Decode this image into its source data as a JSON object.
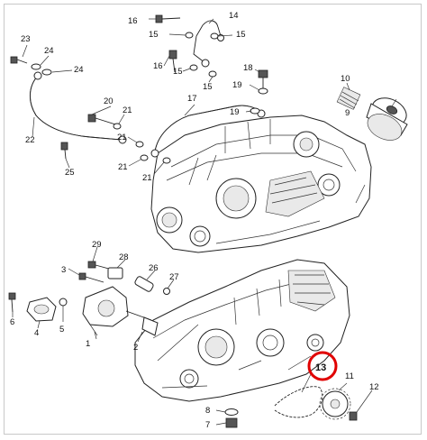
{
  "diagram": {
    "highlight_color": "#e00000",
    "highlighted_label": "13",
    "callouts": [
      {
        "id": "c1",
        "label": "1"
      },
      {
        "id": "c2",
        "label": "2"
      },
      {
        "id": "c3",
        "label": "3"
      },
      {
        "id": "c4",
        "label": "4"
      },
      {
        "id": "c5",
        "label": "5"
      },
      {
        "id": "c6",
        "label": "6"
      },
      {
        "id": "c7",
        "label": "7"
      },
      {
        "id": "c8",
        "label": "8"
      },
      {
        "id": "c9",
        "label": "9"
      },
      {
        "id": "c10",
        "label": "10"
      },
      {
        "id": "c11",
        "label": "11"
      },
      {
        "id": "c12",
        "label": "12"
      },
      {
        "id": "c13",
        "label": "13"
      },
      {
        "id": "c14",
        "label": "14"
      },
      {
        "id": "c15a",
        "label": "15"
      },
      {
        "id": "c15b",
        "label": "15"
      },
      {
        "id": "c15c",
        "label": "15"
      },
      {
        "id": "c15d",
        "label": "15"
      },
      {
        "id": "c16a",
        "label": "16"
      },
      {
        "id": "c16b",
        "label": "16"
      },
      {
        "id": "c17",
        "label": "17"
      },
      {
        "id": "c18",
        "label": "18"
      },
      {
        "id": "c19a",
        "label": "19"
      },
      {
        "id": "c19b",
        "label": "19"
      },
      {
        "id": "c20",
        "label": "20"
      },
      {
        "id": "c21a",
        "label": "21"
      },
      {
        "id": "c21b",
        "label": "21"
      },
      {
        "id": "c21c",
        "label": "21"
      },
      {
        "id": "c21d",
        "label": "21"
      },
      {
        "id": "c22",
        "label": "22"
      },
      {
        "id": "c23",
        "label": "23"
      },
      {
        "id": "c24a",
        "label": "24"
      },
      {
        "id": "c24b",
        "label": "24"
      },
      {
        "id": "c25",
        "label": "25"
      },
      {
        "id": "c26",
        "label": "26"
      },
      {
        "id": "c27",
        "label": "27"
      },
      {
        "id": "c28",
        "label": "28"
      },
      {
        "id": "c29",
        "label": "29"
      }
    ]
  }
}
